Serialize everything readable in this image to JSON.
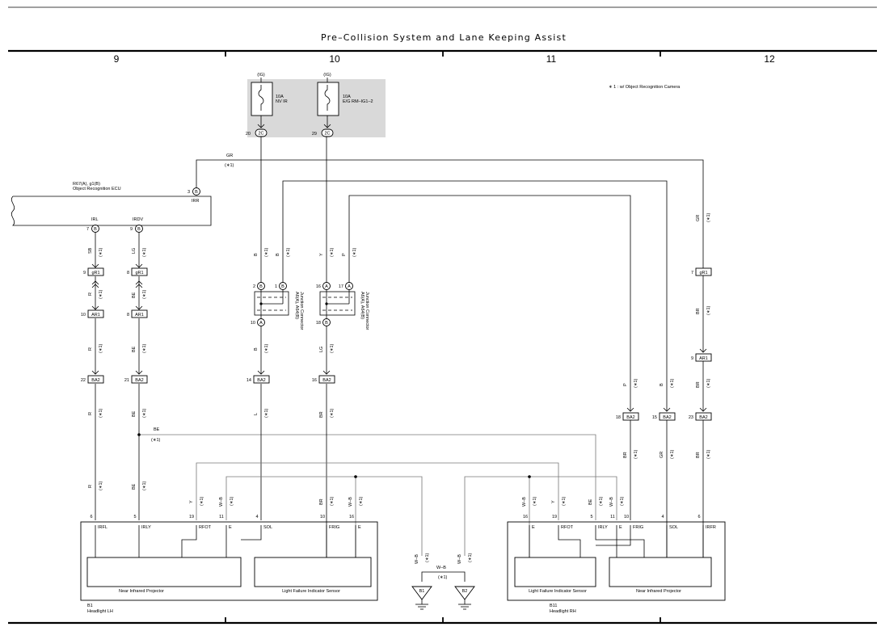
{
  "title": "Pre–Collision System and Lane Keeping Assist",
  "columns": [
    "9",
    "10",
    "11",
    "12"
  ],
  "note": "∗ 1 : w/ Object Recognition Camera",
  "fuses": [
    {
      "supply": "(IG)",
      "rating": "10A",
      "name": "NV IR",
      "pin": "20",
      "connector": "2C"
    },
    {
      "supply": "(IG)",
      "rating": "10A",
      "name": "E/G RM–IG1–2",
      "pin": "29",
      "connector": "2C"
    }
  ],
  "ecu": {
    "ref": "R67(A), g1(B)",
    "name": "Object Recognition ECU"
  },
  "ecu_pins": {
    "irr": {
      "pin": "3",
      "conn": "B",
      "label": "IRR"
    },
    "irl": {
      "pin": "7",
      "conn": "B",
      "label": "IRL"
    },
    "irdv": {
      "pin": "9",
      "conn": "B",
      "label": "IRDV"
    }
  },
  "junctions": [
    {
      "ref": "A6(A), A64(B)",
      "name": "Junction Connector",
      "pins": [
        "2",
        "B",
        "1",
        "B",
        "10",
        "A"
      ]
    },
    {
      "ref": "A6(A), A64(B)",
      "name": "Junction Connector",
      "pins": [
        "16",
        "A",
        "17",
        "A",
        "18",
        "B"
      ]
    }
  ],
  "inline": {
    "gR1_a": {
      "pin": "9",
      "conn": "gR1"
    },
    "gR1_b": {
      "pin": "8",
      "conn": "gR1"
    },
    "gR1_c": {
      "pin": "7",
      "conn": "gR1"
    },
    "ar1_a": {
      "pin": "10",
      "conn": "AR1"
    },
    "ar1_b": {
      "pin": "8",
      "conn": "AR1"
    },
    "ar1_c": {
      "pin": "9",
      "conn": "AR1"
    },
    "ba2_a": {
      "pin": "22",
      "conn": "BA2"
    },
    "ba2_b": {
      "pin": "21",
      "conn": "BA2"
    },
    "ba2_c": {
      "pin": "14",
      "conn": "BA2"
    },
    "ba2_d": {
      "pin": "16",
      "conn": "BA2"
    },
    "ba2_e": {
      "pin": "18",
      "conn": "BA2"
    },
    "ba2_f": {
      "pin": "15",
      "conn": "BA2"
    },
    "ba2_g": {
      "pin": "23",
      "conn": "BA2"
    }
  },
  "wires": {
    "gr": "GR",
    "star": "(∗1)",
    "sb": "SB",
    "lg": "LG",
    "r": "R",
    "be": "BE",
    "b": "B",
    "y": "Y",
    "p": "P",
    "l": "L",
    "br": "BR",
    "wb": "W–B"
  },
  "headlight_lh": {
    "ref": "B1",
    "name": "Headlight LH",
    "pins": [
      "6",
      "5",
      "19",
      "11",
      "4",
      "10",
      "16"
    ],
    "labels": [
      "IRFL",
      "IRLY",
      "RFOT",
      "E",
      "SOL",
      "FRIG",
      "E"
    ],
    "blocks": [
      "Near Infrared Projector",
      "Light Failure Indicator Sensor"
    ]
  },
  "headlight_rh": {
    "ref": "B11",
    "name": "Headlight RH",
    "pins": [
      "16",
      "19",
      "5",
      "11",
      "10",
      "4",
      "6"
    ],
    "labels": [
      "E",
      "RFOT",
      "IRLY",
      "E",
      "FRIG",
      "SOL",
      "IRFR"
    ],
    "blocks": [
      "Light Failure Indicator Sensor",
      "Near Infrared Projector"
    ]
  },
  "grounds": [
    "B1",
    "B2"
  ]
}
